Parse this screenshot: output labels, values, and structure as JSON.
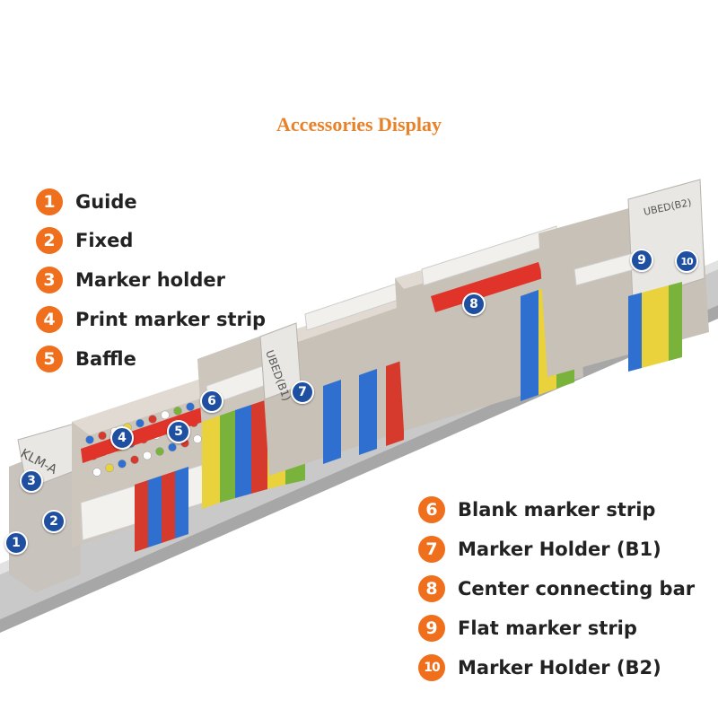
{
  "title": "Accessories Display",
  "colors": {
    "accent_orange": "#ef6f1d",
    "title_orange": "#e8822a",
    "callout_blue": "#1f4fa0"
  },
  "legend_left": [
    {
      "num": "1",
      "label": "Guide"
    },
    {
      "num": "2",
      "label": "Fixed"
    },
    {
      "num": "3",
      "label": "Marker holder"
    },
    {
      "num": "4",
      "label": "Print marker strip"
    },
    {
      "num": "5",
      "label": "Baffle"
    }
  ],
  "legend_right": [
    {
      "num": "6",
      "label": "Blank marker strip"
    },
    {
      "num": "7",
      "label": "Marker Holder (B1)"
    },
    {
      "num": "8",
      "label": "Center connecting bar"
    },
    {
      "num": "9",
      "label": "Flat marker strip"
    },
    {
      "num": "10",
      "label": "Marker Holder (B2)"
    }
  ],
  "photo_labels": {
    "holder_left": "KLM-A",
    "holder_b1": "UBED(B1)",
    "holder_b2": "UBED(B2)"
  },
  "callouts": [
    "1",
    "2",
    "3",
    "4",
    "5",
    "6",
    "7",
    "8",
    "9",
    "10"
  ]
}
